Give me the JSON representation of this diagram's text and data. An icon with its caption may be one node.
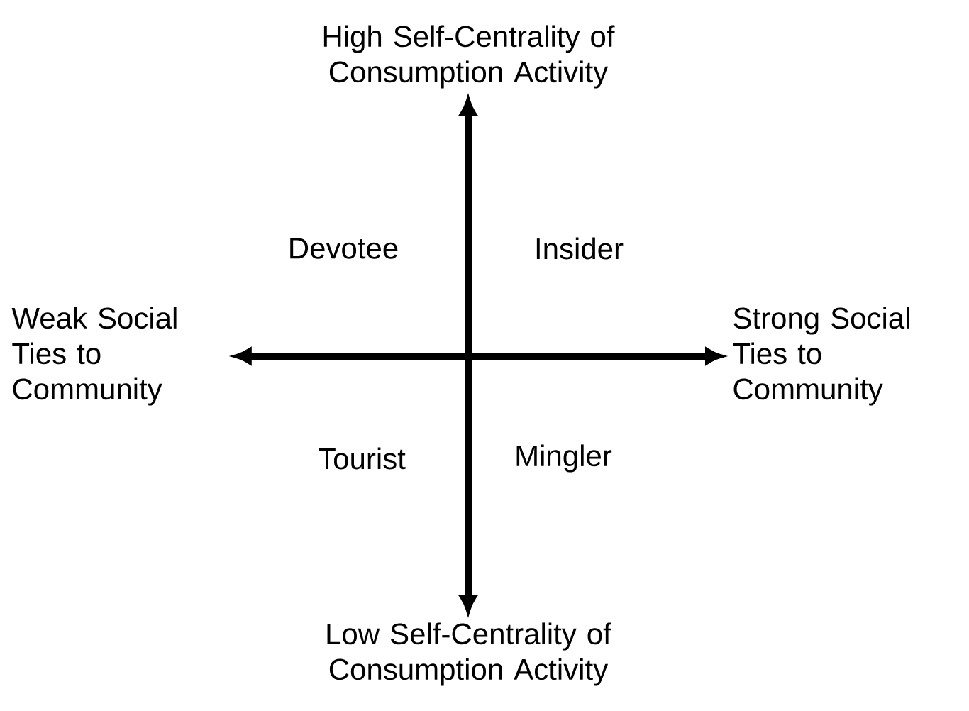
{
  "diagram": {
    "nodes": [
      {
        "text": [
          "High Self-Centrality of Consumption Activity"
        ]
      },
      {
        "text": [
          "Weak Social Ties to Community"
        ]
      },
      {
        "text": [
          "Strong Social Ties to Community"
        ]
      },
      {
        "text": [
          "Low Self-Centrality of Consumption Activity"
        ]
      }
    ],
    "edges": [
      {
        "from": 1,
        "to": 2,
        "arrow": "both"
      },
      {
        "from": 3,
        "to": 0,
        "arrow": "both"
      }
    ],
    "labels": [
      "Devotee",
      "Insider",
      "Tourist",
      "Mingler"
    ]
  }
}
